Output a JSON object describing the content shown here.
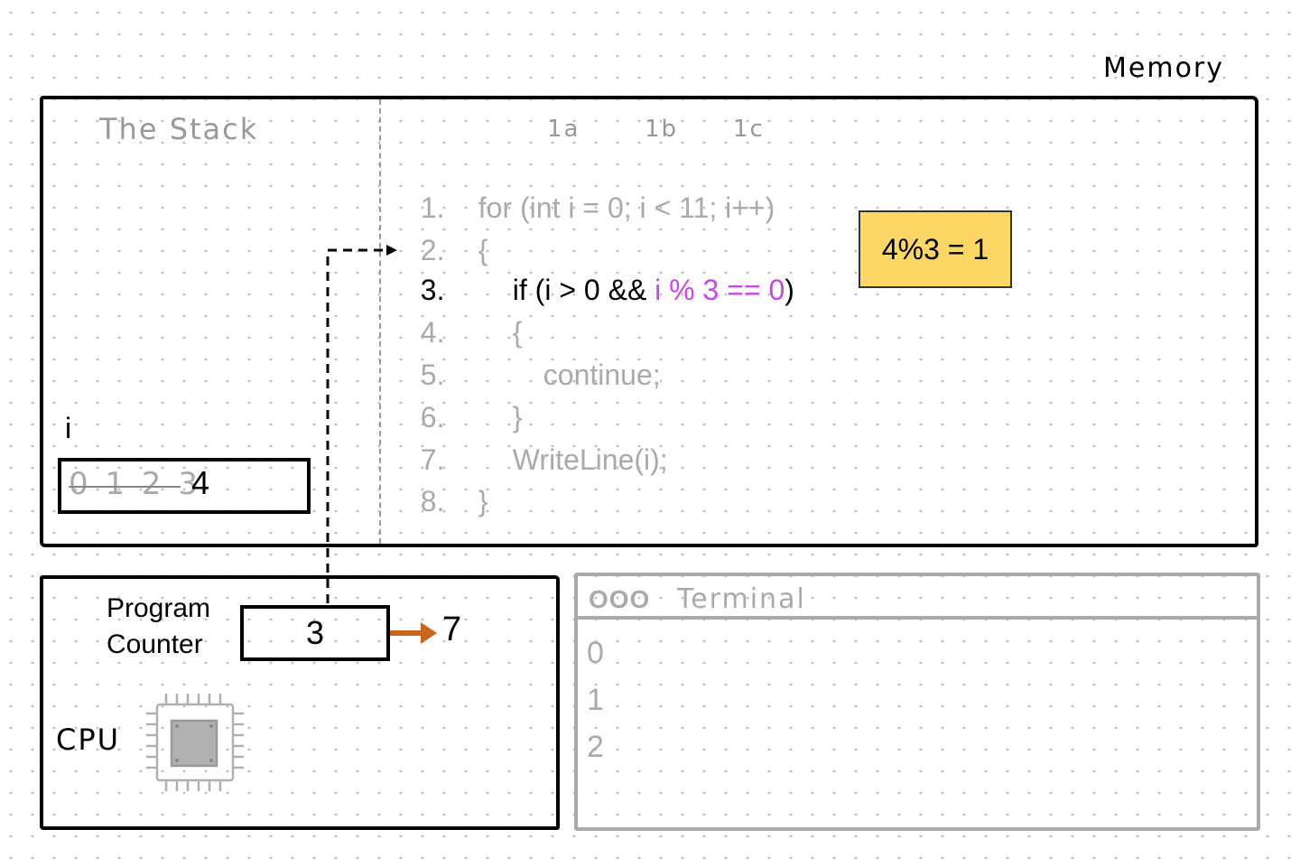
{
  "memory": {
    "label": "Memory",
    "stack_label": "The Stack",
    "column_labels": [
      "1a",
      "1b",
      "1c"
    ]
  },
  "code": {
    "lines": [
      {
        "num": "1.",
        "text": "for (int i = 0; i < 11; i++)"
      },
      {
        "num": "2.",
        "text": "{"
      },
      {
        "num": "3.",
        "prefix": "if (i > 0 && ",
        "highlight": "i % 3 == 0",
        "suffix": ")"
      },
      {
        "num": "4.",
        "text": "{"
      },
      {
        "num": "5.",
        "text": "continue;"
      },
      {
        "num": "6.",
        "text": "}"
      },
      {
        "num": "7.",
        "text": "WriteLine(i);"
      },
      {
        "num": "8.",
        "text": "}"
      }
    ],
    "active_line": "3."
  },
  "note": {
    "text": "4%3 = 1"
  },
  "stack_variable": {
    "name": "i",
    "previous_values": "0 1 2 3",
    "current_value": "4"
  },
  "cpu": {
    "label": "CPU",
    "program_counter_label_line1": "Program",
    "program_counter_label_line2": "Counter",
    "program_counter_value": "3",
    "next_value": "7"
  },
  "terminal": {
    "title": "Terminal",
    "window_buttons": "OOO",
    "output": [
      "0",
      "1",
      "2"
    ]
  },
  "colors": {
    "note_background": "#fdd765",
    "highlight": "#cc44ee",
    "arrow": "#c8661e",
    "faded": "#aaaaaa"
  }
}
